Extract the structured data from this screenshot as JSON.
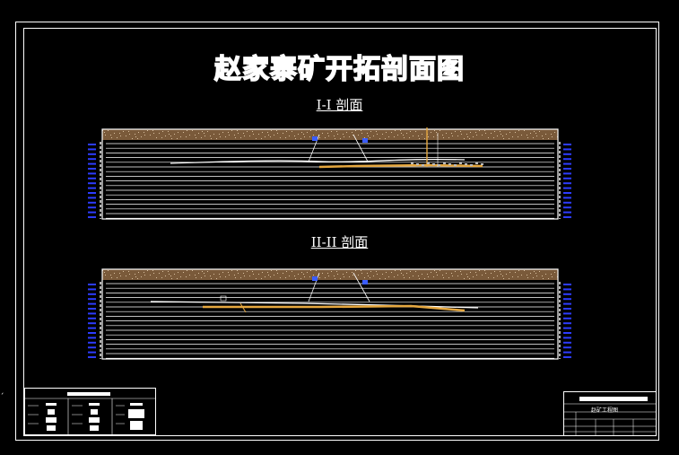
{
  "drawing": {
    "title": "赵家寨矿开拓剖面图",
    "sections": [
      {
        "label": "I-I 剖面"
      },
      {
        "label": "II-II 剖面"
      }
    ]
  },
  "colors": {
    "background": "#000000",
    "lines": "#ffffff",
    "topsoil": "#7a5a3a",
    "coal_seam": "#e6a840",
    "depth_labels": "#2d3cff",
    "shaft": "#3a5cff"
  },
  "title_block": {
    "name": "赵矿工程图"
  }
}
